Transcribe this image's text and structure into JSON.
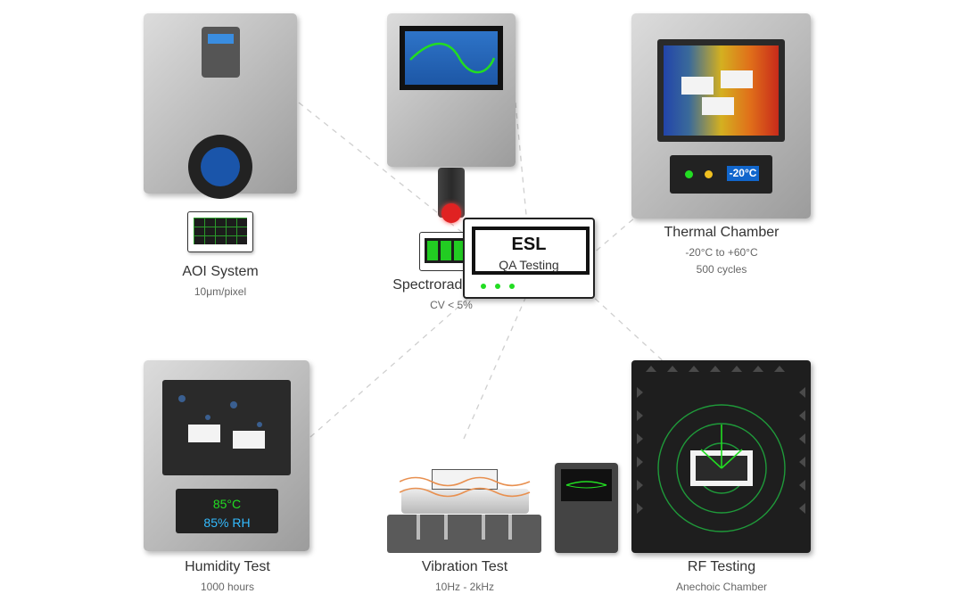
{
  "center": {
    "title": "ESL",
    "subtitle": "QA Testing"
  },
  "stations": {
    "aoi": {
      "name": "AOI System",
      "spec": "10μm/pixel"
    },
    "spectro": {
      "name": "Spectroradiometer",
      "spec": "CV < 5%"
    },
    "thermal": {
      "name": "Thermal Chamber",
      "spec1": "-20°C to +60°C",
      "spec2": "500 cycles",
      "display": "-20°C"
    },
    "humidity": {
      "name": "Humidity Test",
      "spec": "1000 hours",
      "temp": "85°C",
      "rh": "85% RH"
    },
    "vibration": {
      "name": "Vibration Test",
      "spec": "10Hz - 2kHz"
    },
    "rf": {
      "name": "RF Testing",
      "spec": "Anechoic Chamber"
    }
  },
  "colors": {
    "accent_green": "#22dd22",
    "humidity_blue": "#33bbff",
    "thermal_display": "#1166cc"
  }
}
